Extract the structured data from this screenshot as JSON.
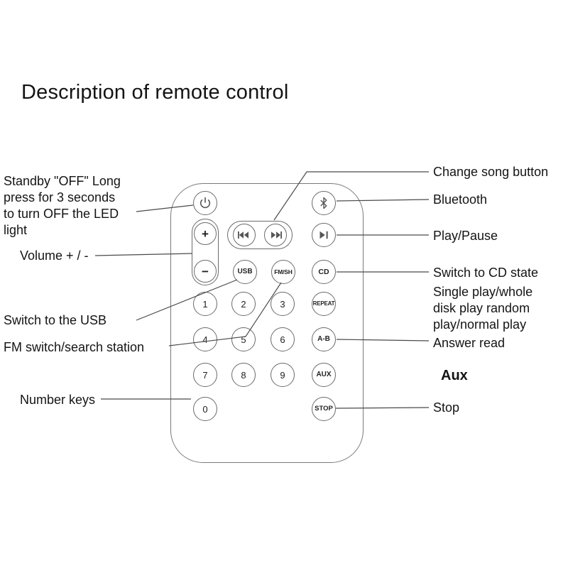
{
  "page": {
    "title": "Description of remote control"
  },
  "colors": {
    "background": "#ffffff",
    "text": "#141414",
    "outline": "#6b6b6b",
    "connector": "#4a4a4a"
  },
  "annotations": {
    "left": {
      "standby": "Standby \"OFF\" Long\npress for 3 seconds\nto turn OFF the LED\nlight",
      "volume": "Volume + / -",
      "usb": "Switch to the USB",
      "fm": "FM switch/search station",
      "number_keys": "Number keys"
    },
    "right": {
      "change_song": "Change song button",
      "bluetooth": "Bluetooth",
      "play_pause": "Play/Pause",
      "cd": "Switch to CD state",
      "repeat": "Single play/whole\ndisk play random\nplay/normal play",
      "answer": "Answer read",
      "aux": "Aux",
      "stop": "Stop"
    }
  },
  "remote": {
    "digits": [
      "1",
      "2",
      "3",
      "4",
      "5",
      "6",
      "7",
      "8",
      "9",
      "0"
    ],
    "buttons": {
      "volume_plus": "+",
      "volume_minus": "−",
      "usb": "USB",
      "fm": "FM/SH",
      "cd": "CD",
      "repeat": "REPEAT",
      "ab": "A-B",
      "aux": "AUX",
      "stop": "STOP"
    },
    "icons": {
      "power": "power-icon",
      "bluetooth": "bluetooth-icon",
      "previous": "previous-track-icon",
      "next": "next-track-icon",
      "play_pause": "play-pause-icon"
    }
  }
}
